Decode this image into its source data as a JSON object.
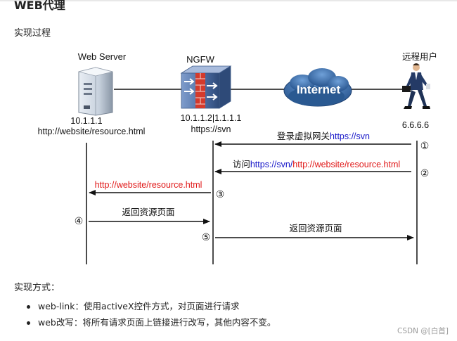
{
  "page": {
    "title": "WEB代理",
    "subheading": "实现过程",
    "method_heading": "实现方式：",
    "bullets": [
      "web-link：使用activeX控件方式，对页面进行请求",
      "web改写：将所有请求页面上链接进行改写，其他内容不变。"
    ],
    "watermark": "CSDN @[白首]"
  },
  "diagram": {
    "server": {
      "label": "Web Server",
      "ip": "10.1.1.1",
      "url": "http://website/resource.html"
    },
    "ngfw": {
      "label": "NGFW",
      "ip": "10.1.1.2|1.1.1.1",
      "url": "https://svn"
    },
    "internet": {
      "label": "Internet"
    },
    "user": {
      "label": "远程用户",
      "ip": "6.6.6.6"
    },
    "steps": [
      {
        "number": "①",
        "text_plain": "登录虚拟网关",
        "text_blue": "https://svn"
      },
      {
        "number": "②",
        "text_plain": "访问",
        "text_blue": "https://svn/",
        "text_red": "http://website/resource.html"
      },
      {
        "number": "③",
        "text_red": "http://website/resource.html"
      },
      {
        "number": "④",
        "text_plain": "返回资源页面"
      },
      {
        "number": "⑤",
        "text_plain": "返回资源页面"
      }
    ],
    "colors": {
      "blue": "#1515c8",
      "red": "#e01818",
      "line": "#111111",
      "firewall": "#4d6fa6",
      "cloud": "#2f5f98"
    }
  }
}
